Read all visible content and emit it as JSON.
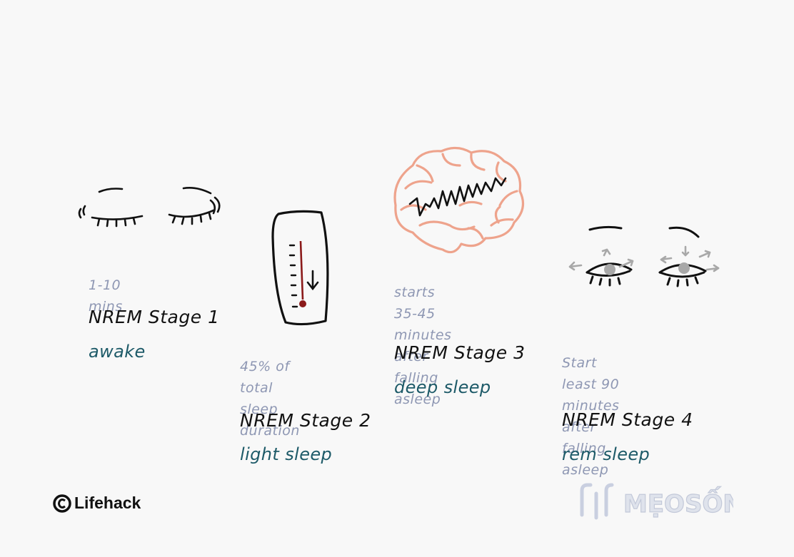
{
  "stages": [
    {
      "note": "1-10 mins",
      "title": "NREM Stage 1",
      "label": "awake"
    },
    {
      "note": "45% of total\nsleep duration",
      "title": "NREM Stage 2",
      "label": "light sleep"
    },
    {
      "note": "starts 35-45 minutes\nafter falling asleep",
      "title": "NREM Stage 3",
      "label": "deep sleep"
    },
    {
      "note": "Start least 90 minutes\nafter falling asleep",
      "title": "NREM Stage 4",
      "label": "rem sleep"
    }
  ],
  "brand": {
    "name": "Lifehack",
    "watermark": "MẸOSỐNG"
  },
  "colors": {
    "note": "#8e97b3",
    "label": "#1d5a68",
    "brain": "#eea38c",
    "thermometer": "#8b1a1a",
    "eye_gray": "#a8a8a8"
  },
  "icons": [
    "closed-eyes-icon",
    "thermometer-down-icon",
    "brain-waves-icon",
    "moving-eyes-icon"
  ]
}
